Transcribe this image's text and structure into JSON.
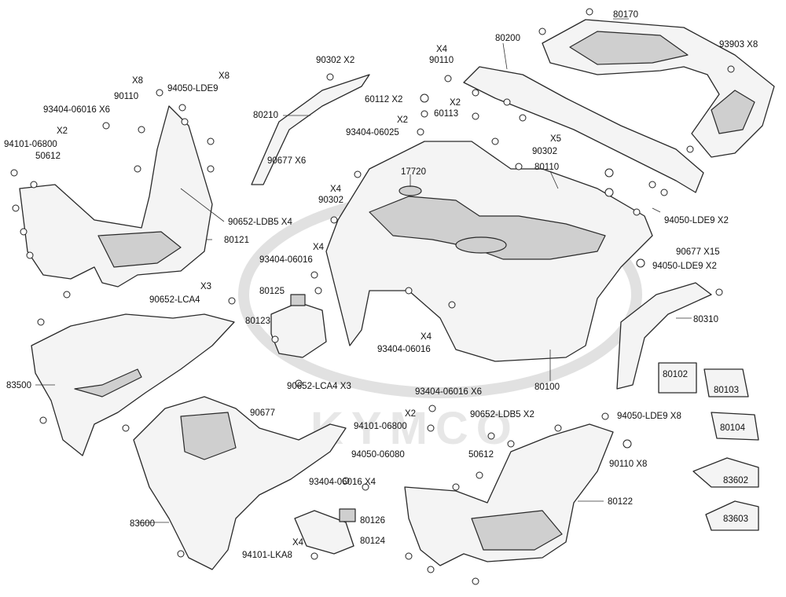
{
  "watermark": {
    "brand": "KYMCO"
  },
  "labels": {
    "p80170": "80170",
    "p93903": "93903  X8",
    "p80200": "80200",
    "p90110_top": "X4\n90110",
    "p90302_top": "90302  X2",
    "p80210": "80210",
    "p60112": "60112 X2",
    "p60113": "X2\n60113",
    "p93404_06025": "X2\n93404-06025",
    "p90677_x6": "90677  X6",
    "p90302_mid": "X5\n90302",
    "p80110": "80110",
    "p17720": "17720",
    "p90302_x4": "X4\n90302",
    "p94050_lde9_r": "94050-LDE9 X2",
    "p90677_x15": "90677  X15",
    "p94050_lde9_r2": "94050-LDE9 X2",
    "p93404_06016_a": "X4\n93404-06016",
    "p80125": "80125",
    "p80123": "80123",
    "p93404_06016_b": "X4\n93404-06016",
    "p80310": "80310",
    "p80100": "80100",
    "p80102": "80102",
    "p80103": "80103",
    "p80104": "80104",
    "p83602": "83602",
    "p83603": "83603",
    "p90110_l": "X8\n90110",
    "p94050_lde9_l": "X8\n94050-LDE9",
    "p93404_06016_x6_l": "93404-06016 X6",
    "p94101_06800_l": "X2\n94101-06800",
    "p50612_l": "50612",
    "p90652_ldb5_x4": "90652-LDB5 X4",
    "p80121": "80121",
    "p90652_lca4_x3": "X3\n90652-LCA4",
    "p83500": "83500",
    "p90652_lca4_x3b": "90652-LCA4 X3",
    "p90677_mid": "90677",
    "p93404_06016_x6_r": "93404-06016 X6",
    "p94101_06800_r": "X2\n94101-06800",
    "p90652_ldb5_x2": "90652-LDB5 X2",
    "p94050_lde9_x8": "94050-LDE9 X8",
    "p94050_06080": "94050-06080",
    "p50612_r": "50612",
    "p90110_x8": "90110  X8",
    "p93404_06016_x4": "93404-06016 X4",
    "p80126": "80126",
    "p80124": "80124",
    "p83600": "83600",
    "p94101_lka8": "X4\n94101-LKA8",
    "p80122": "80122"
  }
}
